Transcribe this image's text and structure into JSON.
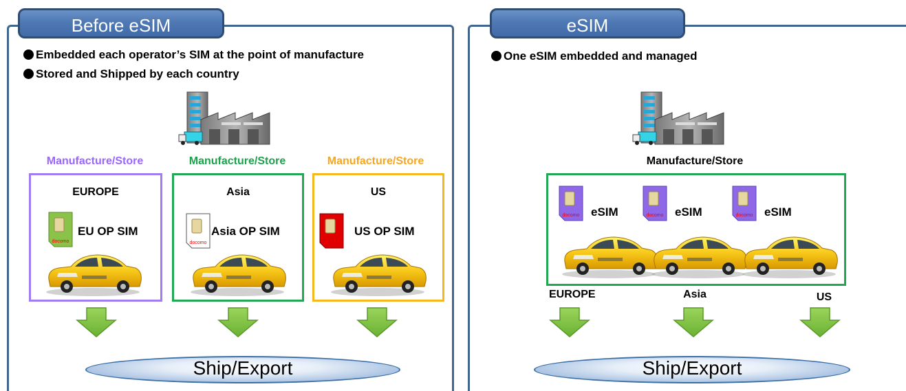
{
  "left_panel": {
    "tab_title": "Before eSIM",
    "bullets": [
      "Embedded each operator’s SIM at the point of manufacture",
      "Stored and Shipped by each country"
    ],
    "regions": [
      {
        "heading": "Manufacture/Store",
        "heading_color": "#9966ff",
        "box_color": "#a07cf0",
        "name": "EUROPE",
        "sim_label": "EU OP SIM",
        "sim_color": "#8bc34a"
      },
      {
        "heading": "Manufacture/Store",
        "heading_color": "#1aa34a",
        "box_color": "#22a854",
        "name": "Asia",
        "sim_label": "Asia OP SIM",
        "sim_color": "#ffffff"
      },
      {
        "heading": "Manufacture/Store",
        "heading_color": "#f5a623",
        "box_color": "#f5b81f",
        "name": "US",
        "sim_label": "US OP SIM",
        "sim_color": "#e00000"
      }
    ],
    "ship_label": "Ship/Export"
  },
  "right_panel": {
    "tab_title": "eSIM",
    "bullets": [
      "One eSIM embedded and managed"
    ],
    "heading": "Manufacture/Store",
    "box_color": "#22a854",
    "sim_label": "eSIM",
    "sim_color": "#8f68e8",
    "regions": [
      "EUROPE",
      "Asia",
      "US"
    ],
    "ship_label": "Ship/Export"
  },
  "sim_logo_text": "docomo",
  "colors": {
    "frame": "#40658f",
    "tab": "#4f79b4",
    "arrow": "#7cc243",
    "car": "#f5c518"
  }
}
